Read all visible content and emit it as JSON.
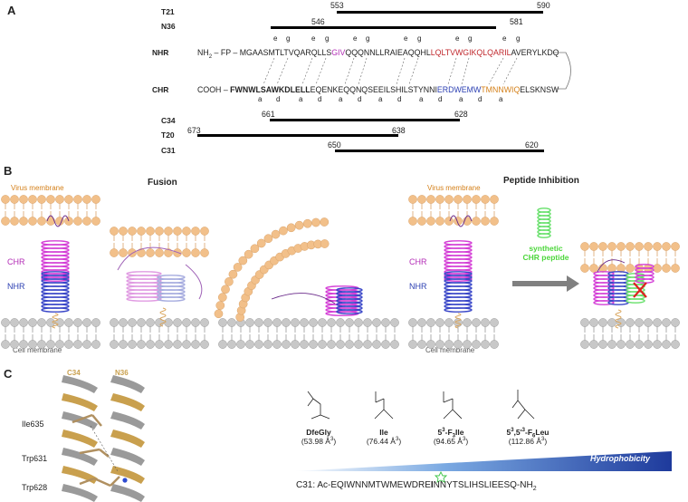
{
  "panels": {
    "a": "A",
    "b": "B",
    "c": "C"
  },
  "panel_a": {
    "peptides_top": [
      {
        "name": "T21",
        "start": "553",
        "end": "590"
      },
      {
        "name": "N36",
        "start": "546",
        "end": "581"
      }
    ],
    "heptad_top": [
      "e",
      "g",
      "e",
      "g",
      "e",
      "g",
      "e",
      "g",
      "e",
      "g",
      "e",
      "g"
    ],
    "nhr": {
      "label": "NHR",
      "prefix": "NH",
      "prefix_sub": "2",
      "prefix_rest": " – FP – MGAASMTLTVQARQLLS",
      "seg_pink": "GIV",
      "seg_mid": "QQQNNLLRAIEAQQHL",
      "seg_red": "LQLTVWGIKQLQARIL",
      "seg_end": "AVERYLKDQ"
    },
    "chr": {
      "label": "CHR",
      "prefix": "COOH – ",
      "seg_bold": "FWNWLSAWKDLELL",
      "seg_mid": "EQENKEQQNQSEEILSHILSTYNNI",
      "seg_blue": "ERDWEMW",
      "seg_orange": "TMNNWIQ",
      "seg_end": "ELSKNSW"
    },
    "heptad_bottom": [
      "a",
      "d",
      "a",
      "d",
      "a",
      "d",
      "a",
      "d",
      "a",
      "d",
      "a",
      "d",
      "a"
    ],
    "peptides_bottom": [
      {
        "name": "C34",
        "start": "661",
        "end": "628"
      },
      {
        "name": "T20",
        "start": "673",
        "end": "638"
      },
      {
        "name": "C31",
        "start": "650",
        "end": "620"
      }
    ]
  },
  "panel_b": {
    "fusion_title": "Fusion",
    "inhibition_title": "Peptide Inhibition",
    "virus_membrane": "Virus membrane",
    "cell_membrane": "Cell membrane",
    "chr_label": "CHR",
    "nhr_label": "NHR",
    "synthetic_label_1": "synthetic",
    "synthetic_label_2": "CHR peptide",
    "colors": {
      "membrane": "#f2c08a",
      "cell": "#c8c8c8",
      "chr": "#d43fd6",
      "nhr": "#3a47c8",
      "synthetic": "#66e06a",
      "gold": "#d9a55c"
    }
  },
  "panel_c": {
    "helix_labels": [
      "C34",
      "N36"
    ],
    "residues": [
      "Ile635",
      "Trp631",
      "Trp628"
    ],
    "molecules": [
      {
        "name": "DfeGly",
        "volume": "(53.98 Å",
        "sup": "3",
        "close": ")"
      },
      {
        "name": "Ile",
        "volume": "(76.44 Å",
        "sup": "3",
        "close": ")"
      },
      {
        "name_pre": "5",
        "name_sup": "3",
        "name_post": "-F",
        "name_sub": "3",
        "name_end": "Ile",
        "volume": "(94.65 Å",
        "sup": "3",
        "close": ")"
      },
      {
        "name_pre": "5",
        "name_sup": "3",
        "name_mid": ",5'",
        "name_sup2": "3",
        "name_post": "-F",
        "name_sub": "6",
        "name_end": "Leu",
        "volume": "(112.86 Å",
        "sup": "3",
        "close": ")"
      }
    ],
    "hydrophobicity": "Hydrophobicity",
    "c31_pre": "C31: Ac-EQIWNNMTWMEWDRE",
    "c31_mark": "I",
    "c31_post": "NNYTSLIHSLIEESQ-NH",
    "c31_sub": "2"
  }
}
